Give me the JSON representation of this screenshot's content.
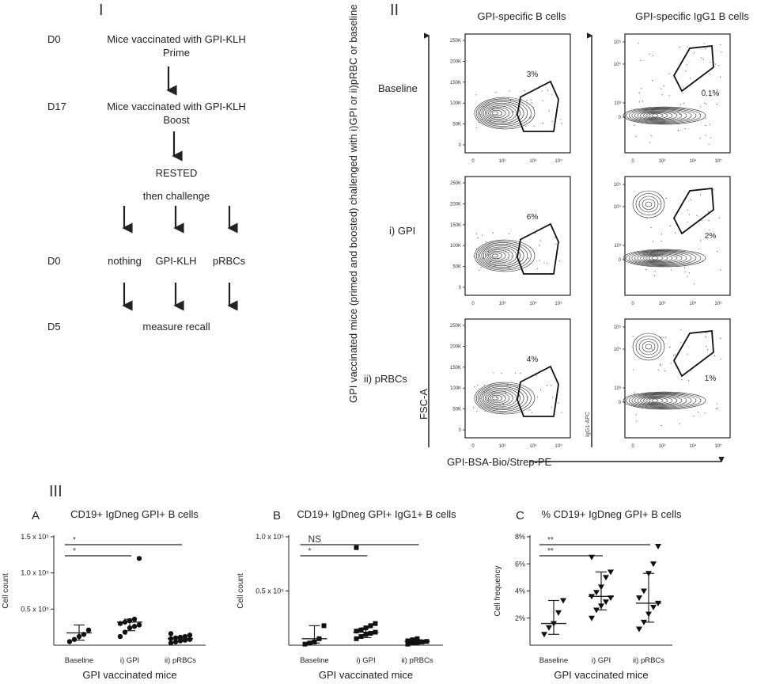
{
  "section_labels": {
    "s1": "I",
    "s2": "II",
    "s3": "III"
  },
  "protocol": {
    "d0": "D0",
    "step1_line1": "Mice vaccinated with GPI-KLH",
    "step1_line2": "Prime",
    "d17": "D17",
    "step2_line1": "Mice vaccinated with GPI-KLH",
    "step2_line2": "Boost",
    "rested": "RESTED",
    "challenge": "then challenge",
    "d0b": "D0",
    "branch_nothing": "nothing",
    "branch_gpiklh": "GPI-KLH",
    "branch_prbcs": "pRBCs",
    "d5": "D5",
    "measure": "measure recall"
  },
  "flow": {
    "col1_title": "GPI-specific B cells",
    "col2_title": "GPI-specific IgG1 B cells",
    "side_label": "GPI vaccinated mice (primed and boosted) challenged with i)GPI or ii)pRBC or baseline",
    "row_labels": [
      "Baseline",
      "i) GPI",
      "ii) pRBCs"
    ],
    "col1_pct": [
      "3%",
      "6%",
      "4%"
    ],
    "col2_pct": [
      "0.1%",
      "2%",
      "1%"
    ],
    "y_axis_label": "FSC-A",
    "y_axis_label2": "IgG1-APC",
    "x_axis_label": "GPI-BSA-Bio/Strep-PE",
    "col1_yticks": [
      "250K",
      "200K",
      "150K",
      "100K",
      "50K",
      "0"
    ],
    "col2_yticks": [
      "10⁵",
      "10⁴",
      "10³",
      "0"
    ],
    "xticks": [
      "0",
      "10³",
      "10⁴",
      "10⁵"
    ]
  },
  "chart_data": [
    {
      "type": "scatter",
      "panel": "A",
      "title": "CD19+ IgDneg GPI+ B cells",
      "xlabel": "GPI vaccinated mice",
      "ylabel": "Cell count",
      "categories": [
        "Baseline",
        "i) GPI",
        "ii) pRBCs"
      ],
      "yticks": [
        "0.5 x 10⁵",
        "1.0 x 10⁵",
        "1.5 x 10⁵"
      ],
      "ylim": [
        0,
        150000
      ],
      "marker": "circle",
      "series": [
        {
          "values": [
            5000,
            8000,
            12000,
            15000,
            21000
          ]
        },
        {
          "values": [
            12000,
            18000,
            24000,
            26000,
            28000,
            30000,
            32000,
            34000,
            36000,
            120000
          ]
        },
        {
          "values": [
            3000,
            4500,
            6000,
            7000,
            8000,
            9000,
            10000,
            11000,
            12000,
            14000,
            16000
          ]
        }
      ],
      "summary": [
        {
          "median": 17000,
          "low": 7000,
          "high": 28000
        },
        {
          "median": 32000,
          "low": 20000,
          "high": 36000
        },
        {
          "median": 9000,
          "low": 5000,
          "high": 12000
        }
      ],
      "significance": [
        {
          "from": 0,
          "to": 1,
          "label": "*"
        },
        {
          "from": 0,
          "to": 2,
          "label": "*"
        }
      ]
    },
    {
      "type": "scatter",
      "panel": "B",
      "title": "CD19+ IgDneg GPI+ IgG1+ B cells",
      "xlabel": "GPI vaccinated mice",
      "ylabel": "Cell count",
      "categories": [
        "Baseline",
        "i) GPI",
        "ii) pRBCs"
      ],
      "yticks": [
        "0.5 x 10⁵",
        "1.0 x 10⁵"
      ],
      "ylim": [
        0,
        100000
      ],
      "marker": "square",
      "series": [
        {
          "values": [
            1000,
            2000,
            3000,
            6000,
            18000
          ]
        },
        {
          "values": [
            6000,
            8000,
            10000,
            11000,
            12000,
            13000,
            14000,
            16000,
            18000,
            20000,
            90000
          ]
        },
        {
          "values": [
            1000,
            2000,
            2500,
            3000,
            3500,
            4000,
            5000,
            6000
          ]
        }
      ],
      "summary": [
        {
          "median": 6000,
          "low": 2000,
          "high": 18000
        },
        {
          "median": 12000,
          "low": 7000,
          "high": 16000
        },
        {
          "median": 3500,
          "low": 2000,
          "high": 5000
        }
      ],
      "significance": [
        {
          "from": 0,
          "to": 1,
          "label": "*"
        },
        {
          "from": 0,
          "to": 2,
          "label": "NS"
        }
      ]
    },
    {
      "type": "scatter",
      "panel": "C",
      "title": "% CD19+ IgDneg GPI+ B cells",
      "xlabel": "GPI vaccinated mice",
      "ylabel": "Cell frequency",
      "categories": [
        "Baseline",
        "i) GPI",
        "ii) pRBCs"
      ],
      "yticks": [
        "2%",
        "4%",
        "6%",
        "8%"
      ],
      "ylim": [
        0,
        8
      ],
      "marker": "triangle",
      "series": [
        {
          "values": [
            0.8,
            1.3,
            1.6,
            2.4,
            3.3
          ]
        },
        {
          "values": [
            2.0,
            2.6,
            2.9,
            3.2,
            3.5,
            3.6,
            3.9,
            4.3,
            5.0,
            5.4,
            6.5
          ]
        },
        {
          "values": [
            1.2,
            1.7,
            2.3,
            2.8,
            3.1,
            3.5,
            4.0,
            5.3,
            6.0,
            7.3
          ]
        }
      ],
      "summary": [
        {
          "median": 1.6,
          "low": 0.8,
          "high": 3.3
        },
        {
          "median": 3.6,
          "low": 2.6,
          "high": 5.4
        },
        {
          "median": 3.1,
          "low": 1.7,
          "high": 5.3
        }
      ],
      "significance": [
        {
          "from": 0,
          "to": 1,
          "label": "**"
        },
        {
          "from": 0,
          "to": 2,
          "label": "**"
        }
      ]
    }
  ]
}
